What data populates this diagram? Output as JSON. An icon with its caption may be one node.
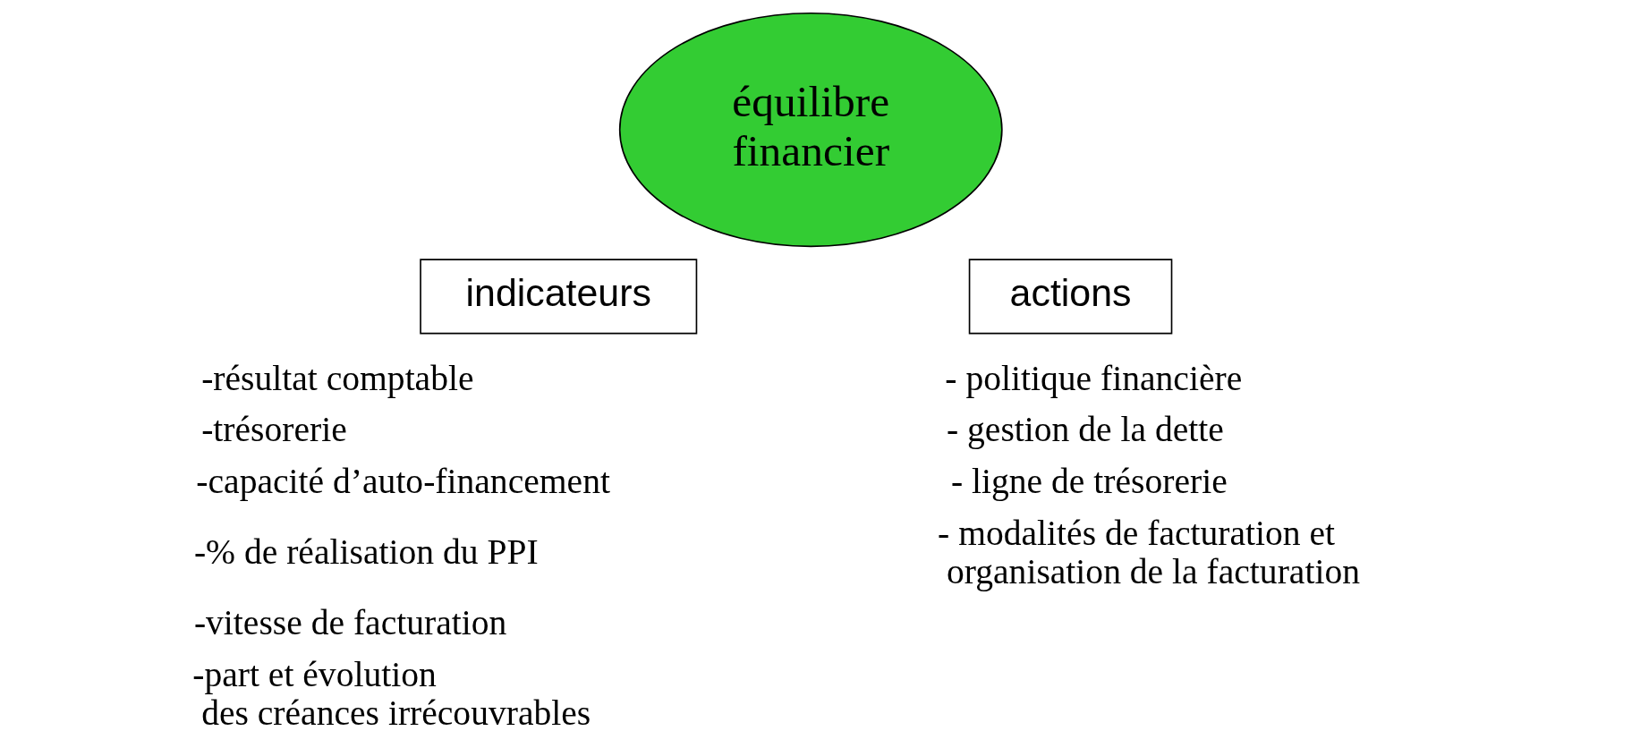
{
  "diagram": {
    "nodes": [
      {
        "text": [
          "équilibre financier"
        ]
      },
      {
        "text": [
          "indicateurs"
        ]
      },
      {
        "text": [
          "actions"
        ]
      }
    ],
    "labels": [
      "-résultat comptable",
      "-trésorerie",
      "-capacité d’auto-financement",
      "-% de réalisation du PPI",
      "-vitesse de facturation",
      "-part et évolution des créances irrécouvrables",
      "- politique financière",
      "- gestion de la dette",
      "- ligne de trésorerie",
      "- modalités de facturation et organisation de la facturation"
    ]
  }
}
